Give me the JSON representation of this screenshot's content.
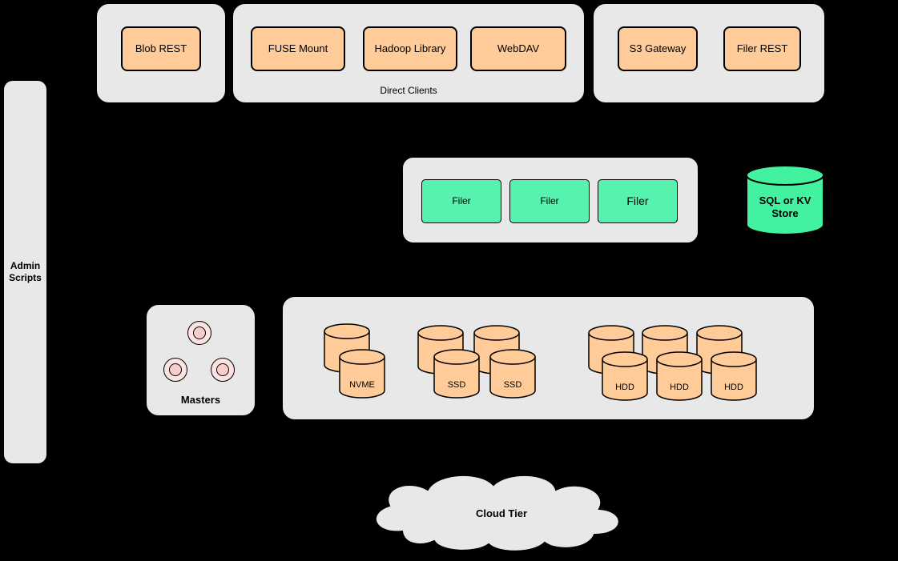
{
  "colors": {
    "background": "#000000",
    "container_fill": "#e8e8e8",
    "client_node_fill": "#ffcc99",
    "filer_node_fill": "#57f2ae",
    "store_cylinder_fill": "#42f2a0",
    "volume_cylinder_fill": "#ffcc99",
    "master_circle_fill": "#f8cecc",
    "outline": "#000000"
  },
  "admin": {
    "label": "Admin\nScripts"
  },
  "clients": {
    "blob": {
      "nodes": [
        "Blob REST"
      ]
    },
    "direct": {
      "caption": "Direct Clients",
      "nodes": [
        "FUSE Mount",
        "Hadoop Library",
        "WebDAV"
      ]
    },
    "gateway": {
      "nodes": [
        "S3 Gateway",
        "Filer REST"
      ]
    }
  },
  "filers": {
    "nodes": [
      "Filer",
      "Filer",
      "Filer"
    ]
  },
  "metadata_store": {
    "label": "SQL or KV\nStore"
  },
  "masters": {
    "label": "Masters"
  },
  "volumes": {
    "nvme": {
      "labels": [
        "NVME"
      ]
    },
    "ssd": {
      "labels": [
        "SSD",
        "SSD"
      ]
    },
    "hdd": {
      "labels": [
        "HDD",
        "HDD",
        "HDD"
      ]
    }
  },
  "cloud": {
    "label": "Cloud Tier"
  }
}
